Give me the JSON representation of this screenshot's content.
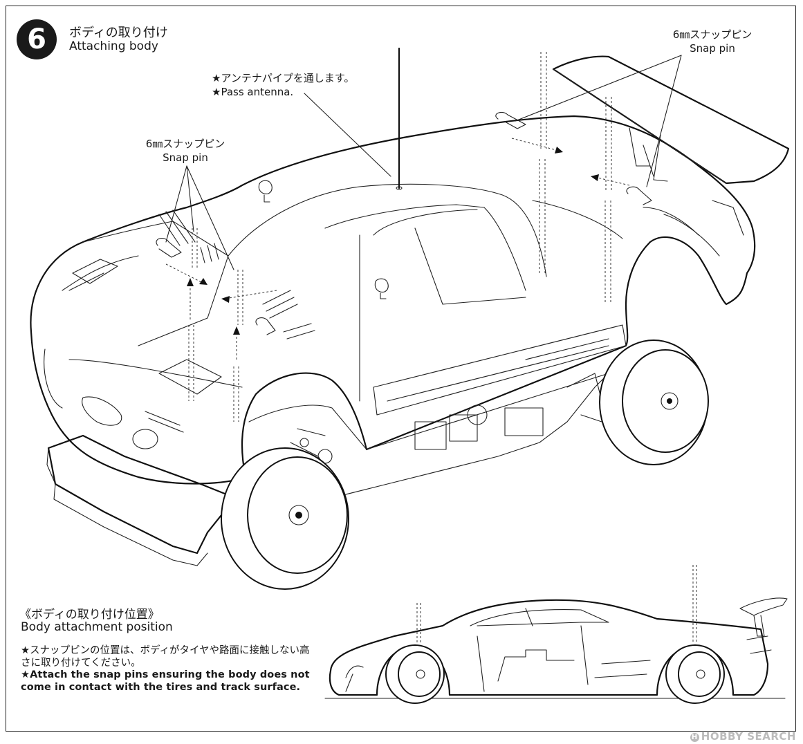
{
  "step": {
    "number": "6",
    "title_jp": "ボディの取り付け",
    "title_en": "Attaching body"
  },
  "callouts": {
    "antenna": {
      "jp": "★アンテナパイプを通します。",
      "en": "★Pass antenna."
    },
    "snap_pin_left": {
      "jp": "6㎜スナップピン",
      "en": "Snap pin"
    },
    "snap_pin_right": {
      "jp": "6㎜スナップピン",
      "en": "Snap pin"
    }
  },
  "attachment_section": {
    "title_jp": "《ボディの取り付け位置》",
    "title_en": "Body attachment position",
    "note_jp": "★スナップピンの位置は、ボディがタイヤや路面に接触しない高さに取り付けてください。",
    "note_en": "★Attach the snap pins ensuring the body does not come in contact with the tires and track surface."
  },
  "watermark": {
    "text": "HOBBY SEARCH"
  }
}
